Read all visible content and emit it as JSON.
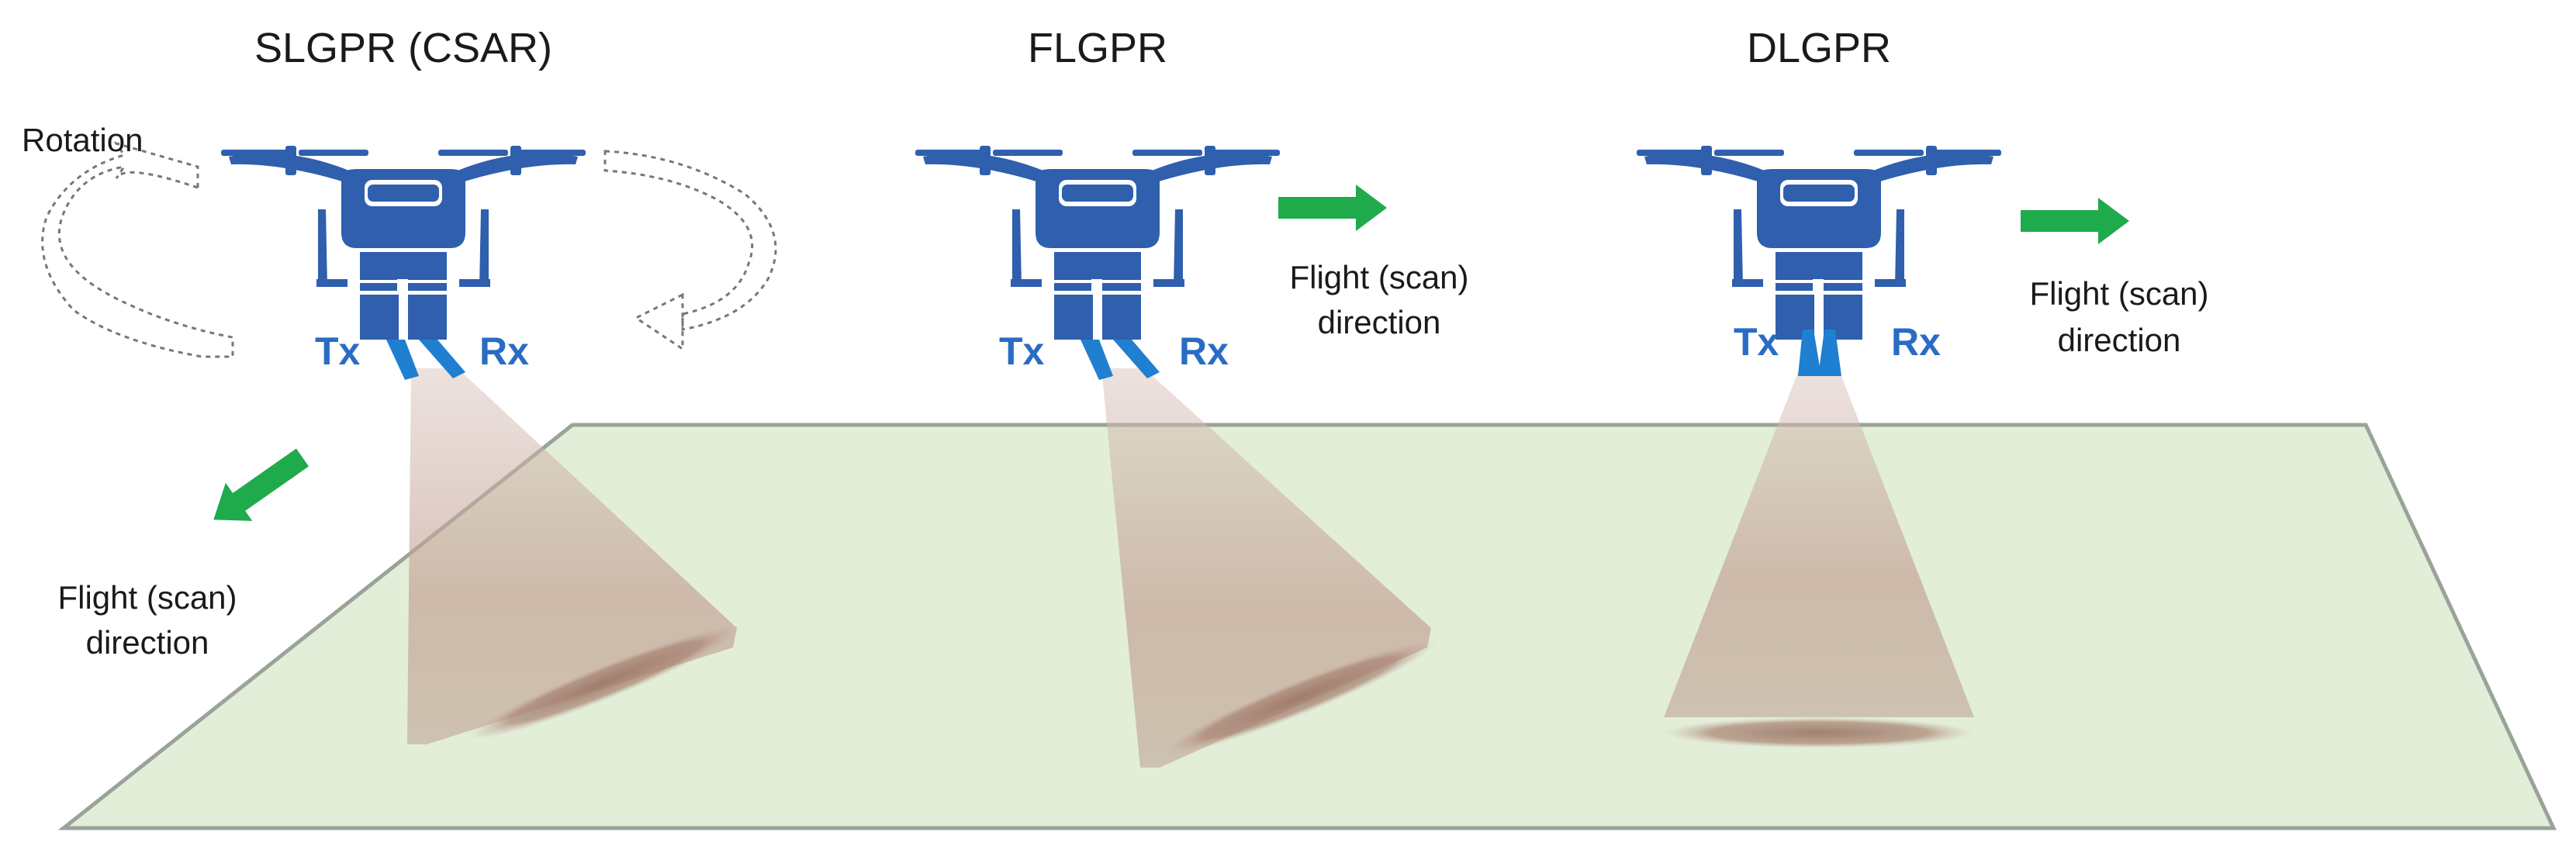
{
  "panels": [
    {
      "title": "SLGPR (CSAR)",
      "tx_label": "Tx",
      "rx_label": "Rx",
      "rotation_label": "Rotation",
      "direction_line1": "Flight (scan)",
      "direction_line2": "direction"
    },
    {
      "title": "FLGPR",
      "tx_label": "Tx",
      "rx_label": "Rx",
      "direction_line1": "Flight (scan)",
      "direction_line2": "direction"
    },
    {
      "title": "DLGPR",
      "tx_label": "Tx",
      "rx_label": "Rx",
      "direction_line1": "Flight (scan)",
      "direction_line2": "direction"
    }
  ],
  "colors": {
    "drone": "#2f5fad",
    "antenna": "#1f7fd0",
    "ground_fill": "#e2eed8",
    "ground_stroke": "#9aa39a",
    "arrow": "#1faa4b",
    "beam": "#b9958a"
  }
}
